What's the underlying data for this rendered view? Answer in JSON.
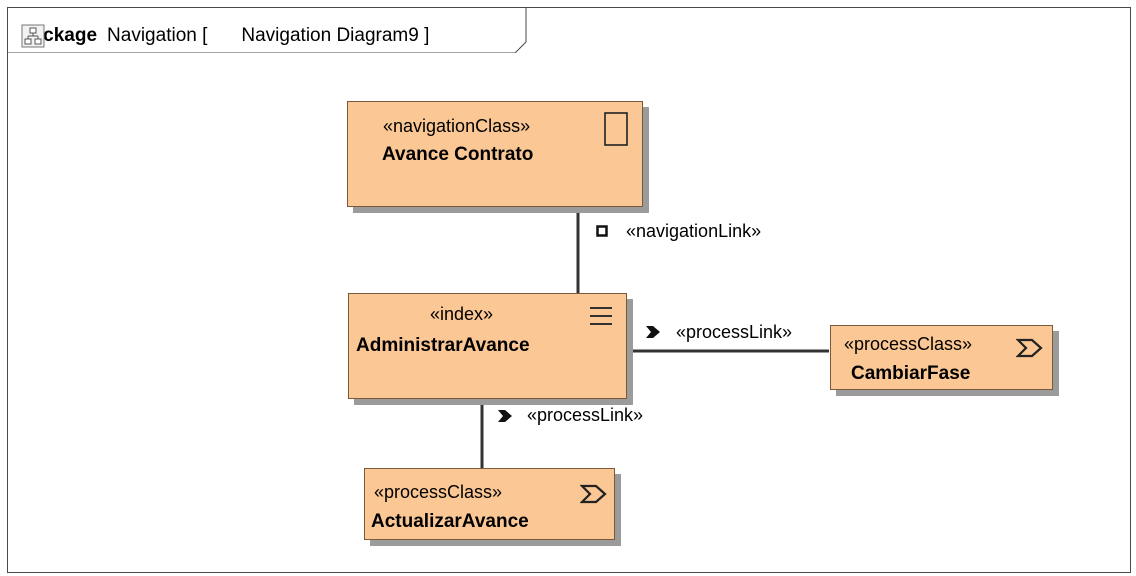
{
  "frame": {
    "keyword": "package",
    "package_name": "Navigation [",
    "diagram_icon": "diagram-icon",
    "diagram_name": "Navigation Diagram9 ]"
  },
  "nodes": {
    "avance_contrato": {
      "stereotype": "«navigationClass»",
      "name": "Avance Contrato",
      "icon": "navigation-class-icon"
    },
    "administrar_avance": {
      "stereotype": "«index»",
      "name": "AdministrarAvance",
      "icon": "index-menu-icon"
    },
    "cambiar_fase": {
      "stereotype": "«processClass»",
      "name": "CambiarFase",
      "icon": "process-chevron-icon"
    },
    "actualizar_avance": {
      "stereotype": "«processClass»",
      "name": "ActualizarAvance",
      "icon": "process-chevron-icon"
    }
  },
  "links": {
    "navigation_link": {
      "label": "«navigationLink»",
      "icon": "navigation-link-icon"
    },
    "process_link_right": {
      "label": "«processLink»",
      "icon": "process-link-icon"
    },
    "process_link_down": {
      "label": "«processLink»",
      "icon": "process-link-icon"
    }
  },
  "colors": {
    "node_fill": "#fbc794",
    "shadow": "#9b9b9b",
    "line": "#333333"
  }
}
